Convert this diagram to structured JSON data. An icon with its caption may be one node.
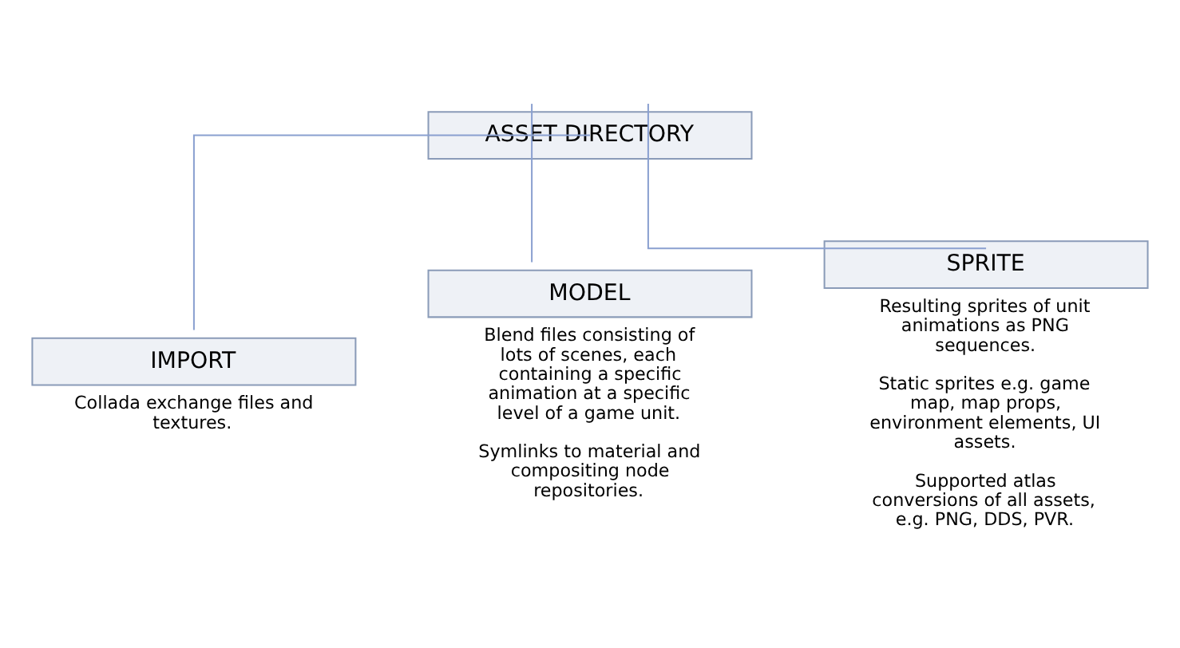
{
  "diagram": {
    "nodes": [
      {
        "text": [
          "ASSET DIRECTORY"
        ]
      },
      {
        "text": [
          "IMPORT"
        ],
        "beside": [
          "Collada exchange files and textures."
        ]
      },
      {
        "text": [
          "MODEL"
        ],
        "beside": [
          "Blend files consisting of lots of scenes, each containing a specific animation at a specific level of a game unit.",
          "Symlinks to material and compositing node repositories."
        ]
      },
      {
        "text": [
          "SPRITE"
        ],
        "beside": [
          "Resulting sprites of unit animations as PNG sequences.",
          "Static sprites e.g. game map, map props, environment elements, UI assets.",
          "Supported atlas conversions of all assets, e.g. PNG, DDS, PVR."
        ]
      }
    ],
    "edges": [
      {
        "from": 0,
        "to": 1,
        "arrow": "none"
      },
      {
        "from": 0,
        "to": 2,
        "arrow": "none"
      },
      {
        "from": 0,
        "to": 3,
        "arrow": "none"
      }
    ]
  }
}
